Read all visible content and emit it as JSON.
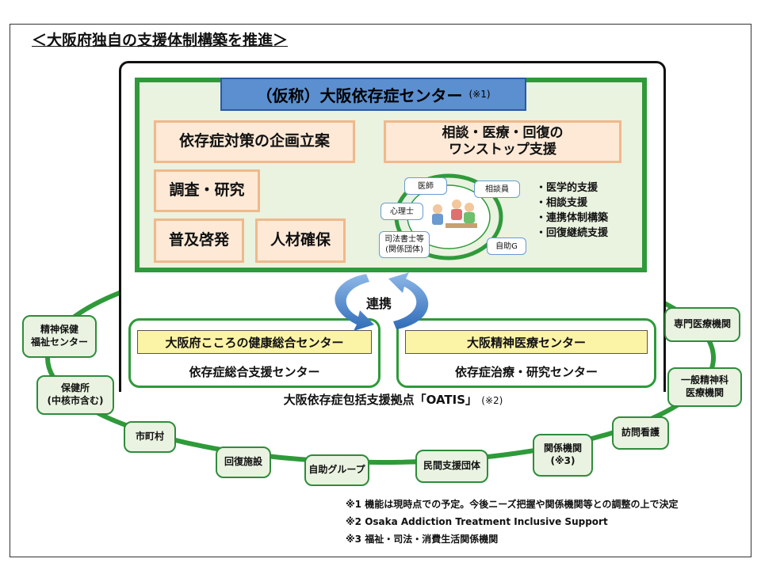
{
  "title": "＜大阪府独自の支援体制構築を推進＞",
  "center": {
    "title": "（仮称）大阪依存症センター",
    "title_note": "(※1)",
    "functions": [
      "依存症対策の企画立案",
      "調査・研究",
      "普及啓発",
      "人材確保"
    ],
    "onestop": "相談・医療・回復の\nワンストップ支援",
    "staff": [
      "医師",
      "相談員",
      "心理士",
      "司法書士等\n(関係団体)",
      "自助G"
    ],
    "supports": [
      "・医学的支援",
      "・相談支援",
      "・連携体制構築",
      "・回復継続支援"
    ]
  },
  "link_label": "連携",
  "kokoro": {
    "title": "大阪府こころの健康総合センター",
    "role": "依存症総合支援センター"
  },
  "seishin": {
    "title": "大阪精神医療センター",
    "role": "依存症治療・研究センター"
  },
  "oatis": {
    "label": "大阪依存症包括支援拠点「OATIS」",
    "note": "(※2)"
  },
  "network": [
    "精神保健\n福祉センター",
    "保健所\n(中核市含む)",
    "市町村",
    "回復施設",
    "自助グループ",
    "民間支援団体",
    "関係機関\n(※3)",
    "訪問看護",
    "一般精神科\n医療機関",
    "専門医療機関"
  ],
  "footnotes": [
    "※1 機能は現時点での予定。今後ニーズ把握や関係機関等との調整の上で決定",
    "※2 Osaka Addiction Treatment Inclusive Support",
    "※3 福祉・司法・消費生活関係機関"
  ],
  "colors": {
    "green": "#2e9a3a",
    "node_fill": "#eaf3e1",
    "orange_fill": "#fde9d6",
    "blue_title": "#5b8fd0",
    "yellow": "#fbf3a6",
    "arrow_blue": "#3b78c4"
  }
}
